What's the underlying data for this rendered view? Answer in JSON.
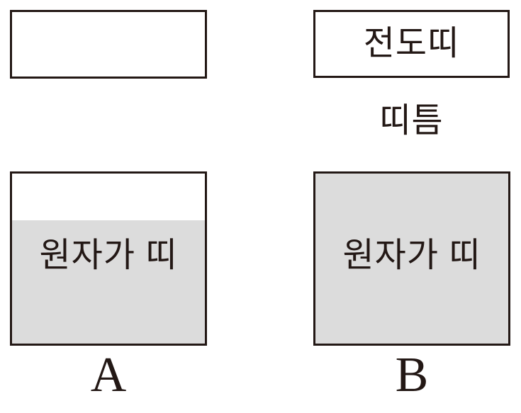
{
  "diagram_title": "energy-band-diagram",
  "colors": {
    "ink": "#231815",
    "band_fill_gray": "#dcdcdc",
    "background": "#ffffff"
  },
  "materials": [
    {
      "name": "A",
      "conduction_band_text": "",
      "valence_band_text": "원자가 띠",
      "valence_band_fill": "partially-filled"
    },
    {
      "name": "B",
      "conduction_band_text": "전도띠",
      "band_gap_text": "띠틈",
      "valence_band_text": "원자가 띠",
      "valence_band_fill": "fully-filled"
    }
  ]
}
